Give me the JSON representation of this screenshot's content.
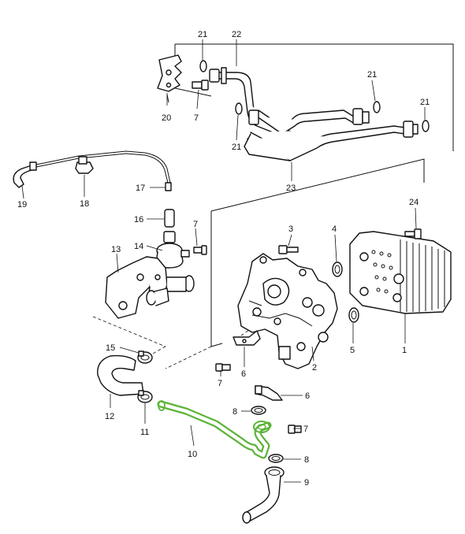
{
  "colors": {
    "line": "#111111",
    "highlight": "#5cb338",
    "background": "#ffffff"
  },
  "highlighted_part": "10",
  "callouts": [
    "1",
    "2",
    "3",
    "4",
    "5",
    "6",
    "6",
    "7",
    "7",
    "7",
    "7",
    "8",
    "8",
    "9",
    "10",
    "11",
    "12",
    "13",
    "14",
    "15",
    "16",
    "17",
    "18",
    "19",
    "20",
    "21",
    "21",
    "21",
    "21",
    "22",
    "23",
    "24"
  ]
}
